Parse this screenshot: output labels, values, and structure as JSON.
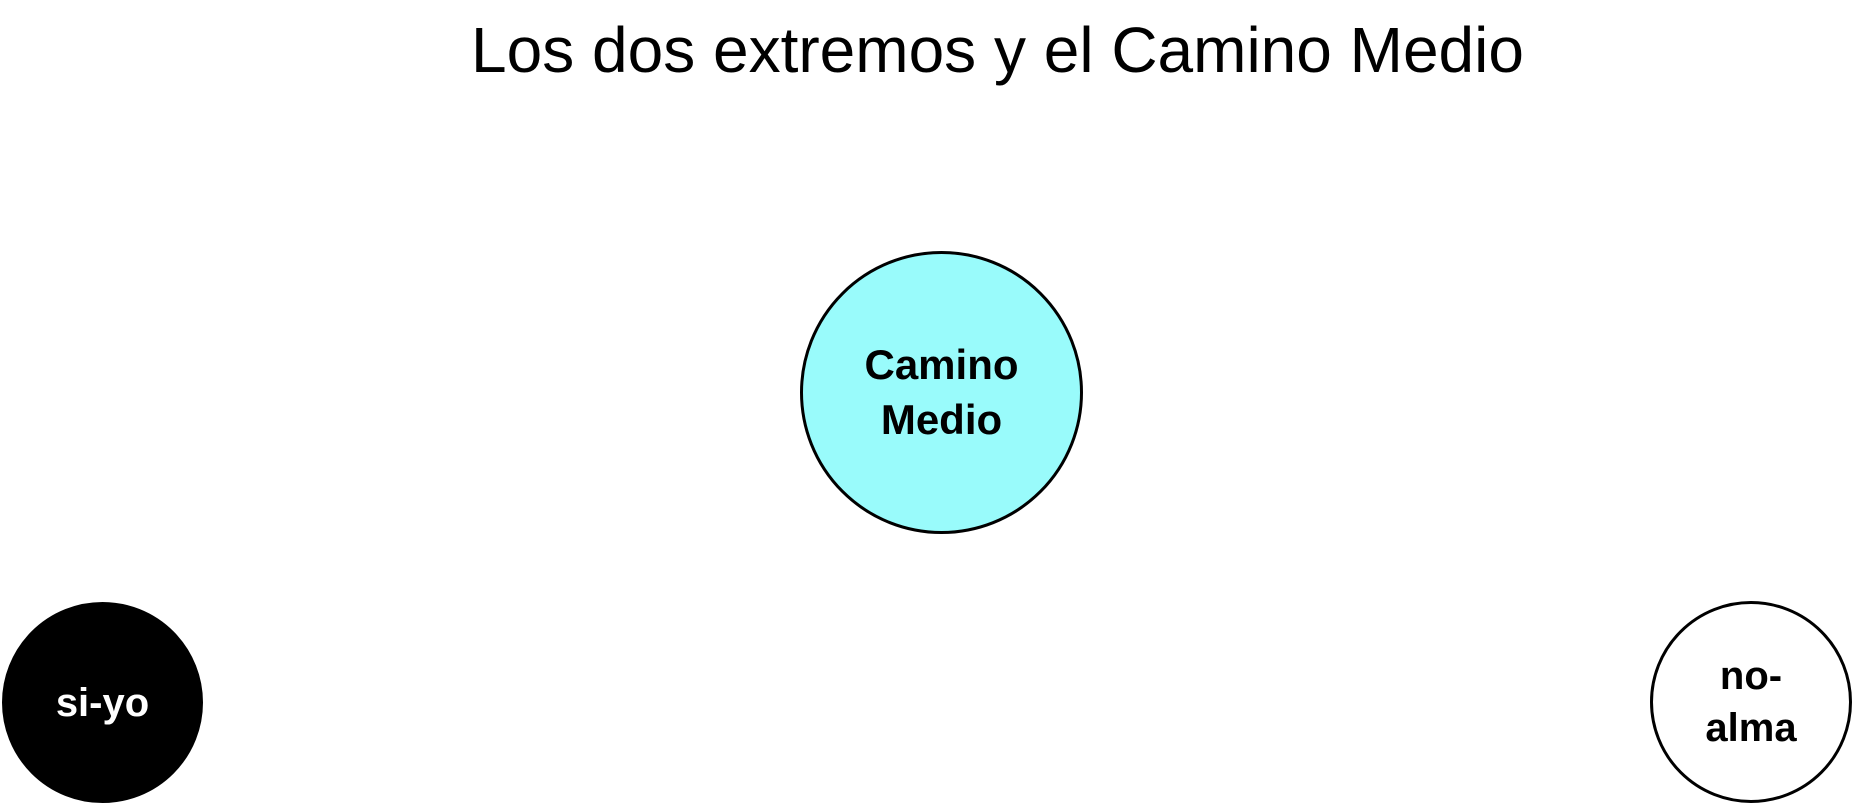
{
  "diagram": {
    "title": "Los dos extremos y el Camino Medio",
    "nodes": {
      "center": {
        "label": "Camino\nMedio",
        "fill": "#99fbfb",
        "text_color": "#000000"
      },
      "left": {
        "label": "si-yo",
        "fill": "#000000",
        "text_color": "#ffffff"
      },
      "right": {
        "label": "no-\nalma",
        "fill": "#ffffff",
        "text_color": "#000000"
      }
    },
    "border_color": "#000000"
  }
}
